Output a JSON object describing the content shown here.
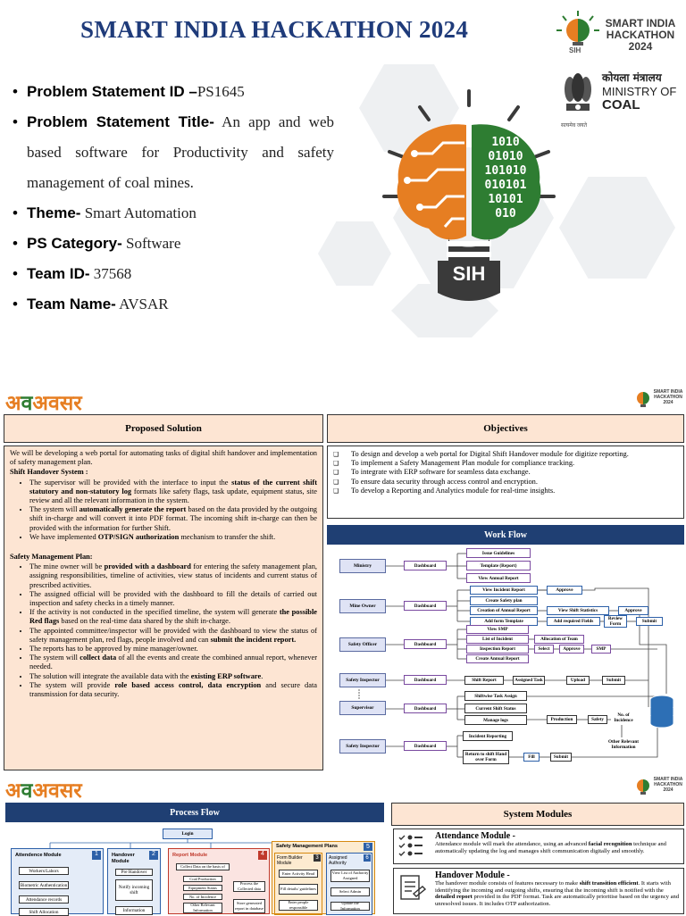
{
  "header": {
    "title": "SMART INDIA HACKATHON 2024"
  },
  "sih_logo": {
    "line1": "SMART INDIA",
    "line2": "HACKATHON",
    "line3": "2024",
    "badge": "SIH"
  },
  "ministry_logo": {
    "hindi": "कोयला मंत्रालय",
    "line1": "MINISTRY OF",
    "line2": "COAL",
    "motto": "सत्यमेव जयते"
  },
  "bulb": {
    "binary": [
      "1010",
      "01010",
      "101010",
      "010101",
      "10101",
      "010"
    ],
    "badge": "SIH"
  },
  "details": [
    {
      "key": "Problem Statement ID –",
      "value": "PS1645"
    },
    {
      "key": "Problem Statement Title-",
      "value": " An app and web based software for Productivity and safety management of coal mines."
    },
    {
      "key": "Theme-",
      "value": " Smart Automation"
    },
    {
      "key": "PS Category-",
      "value": " Software"
    },
    {
      "key": "Team ID-",
      "value": " 37568"
    },
    {
      "key": "Team Name-",
      "value": " AVSAR"
    }
  ],
  "brand": {
    "hindi": "अवसर"
  },
  "small_logo": {
    "line1": "SMART INDIA",
    "line2": "HACKATHON",
    "line3": "2024"
  },
  "proposed": {
    "heading": "Proposed Solution",
    "intro": "We will be developing a web portal for automating tasks of digital shift handover and implementation of safety management plan.",
    "shift_title": "Shift Handover System :",
    "shift_items": [
      [
        "The supervisor will be provided with the interface to input the ",
        "status of the current shift statutory and non-statutory log",
        " formats like safety flags, task update, equipment status, site review and all the relevant information in the system."
      ],
      [
        "The system will ",
        "automatically generate the report",
        " based on the data provided by the outgoing shift in-charge and will convert it into PDF format. The incoming shift in-charge can then be provided with the information for further Shift."
      ],
      [
        "We have implemented ",
        "OTP/SIGN authorization",
        " mechanism to transfer the shift."
      ]
    ],
    "safety_title": "Safety Management Plan:",
    "safety_items": [
      [
        "The mine owner will be ",
        "provided with a dashboard",
        " for entering the safety management plan, assigning responsibilities, timeline of activities, view status of incidents and current status of prescribed activities."
      ],
      [
        "The assigned official will be provided with the dashboard to fill the details of carried out inspection and safety checks in a timely manner.",
        "",
        ""
      ],
      [
        "If the activity is not conducted in the specified timeline, the system will generate ",
        "the possible Red flags",
        " based on the real-time data shared by the shift in-charge."
      ],
      [
        "The appointed committee/inspector will be provided with the dashboard to view the status of safety management plan, red flags, people involved and can ",
        "submit the incident report.",
        ""
      ],
      [
        "The reports has to be approved by mine manager/owner.",
        "",
        ""
      ],
      [
        "The system will ",
        "collect data",
        " of all the events and create the combined annual report, whenever needed."
      ],
      [
        "The solution will integrate the available data with the ",
        "existing ERP software",
        "."
      ],
      [
        "The system will provide ",
        "role based access control, data encryption",
        " and secure data transmission for data security."
      ]
    ]
  },
  "objectives": {
    "heading": "Objectives",
    "items": [
      "To design and develop a web portal for  Digital Shift Handover module for digitize reporting.",
      "To implement a Safety Management Plan module for compliance tracking.",
      "To integrate with ERP software for seamless data exchange.",
      "To ensure data security through access control and encryption.",
      "To develop a Reporting and Analytics module for real-time insights."
    ]
  },
  "workflow": {
    "heading": "Work  Flow",
    "roles": [
      "Ministry",
      "Mine Owner",
      "Safety Officer",
      "Safety Inspector",
      "Supervisor",
      "Safety Inspector"
    ],
    "dashboard": "Dashboard",
    "boxes": {
      "issue": "Issue Guidelines",
      "template": "Template (Report)",
      "annual": "View Annual Report",
      "view_incident": "View Incident Report",
      "approve1": "Approve",
      "create_safety": "Create Safety plan",
      "creation_annual": "Creation of Annual Report",
      "view_shift": "View Shift Statistics",
      "approve2": "Approve",
      "add_form": "Add form Template",
      "add_fields": "Add required Fields",
      "review": "Review Form",
      "submit1": "Submit",
      "view_smp": "View SMP",
      "list_incident": "List of Incident",
      "allocation": "Allocation of Team",
      "inspection": "Inspection Report",
      "select": "Select",
      "approve3": "Approve",
      "smp": "SMP",
      "create_annual": "Create Annual Report",
      "shift_report": "Shift Report",
      "assigned_task": "Assigned Task",
      "upload": "Upload",
      "submit2": "Submit",
      "shiftwise": "Shiftwise Task Assign",
      "current_shift": "Current Shift Status",
      "manage_logs": "Manage logs",
      "production": "Production",
      "safety": "Safety",
      "incidence": "No. of Incidence",
      "other_info": "Other Relevant Information",
      "incident_reporting": "Incident Reporting",
      "return_shift": "Return to shift Hand over Form",
      "fill": "Fill",
      "submit3": "Submit"
    }
  },
  "process": {
    "heading": "Process Flow",
    "login": "Login",
    "attendance": {
      "title": "Attendence Module",
      "num": "1",
      "items": [
        "Workers/Labors",
        "Biometric Authentication",
        "Attendance records",
        "Shift Allocation"
      ]
    },
    "handover": {
      "title": "Handover Module",
      "num": "2",
      "items": [
        "Pre Handover",
        "Notify incoming shift",
        "Information"
      ]
    },
    "report": {
      "title": "Report Module",
      "num": "4",
      "items": [
        "Collect Data on the basis of",
        "Coal Production",
        "Equipment Status",
        "No. of Incidence",
        "Other Relevant Information",
        "Process the Collected data",
        "Store generated report in database"
      ]
    },
    "safety_plans": {
      "title": "Safety Management Plans",
      "num": "5",
      "builder": "Form Builder Module",
      "builder_num": "3",
      "builder_items": [
        "Enter Activity Head",
        "Fill details/ guidelines",
        "Enter people responsible"
      ],
      "assigned": "Assigned Authority",
      "assigned_num": "6",
      "assigned_items": [
        "View List of Authority Assigned",
        "Select Admin",
        "Update the Information"
      ]
    }
  },
  "modules": {
    "heading": "System Modules",
    "attendance_title": "Attendance Module -",
    "attendance_text": [
      "Attendance module will mark the attendance, using an advanced ",
      "facial recognition",
      " technique and automatically updating the log and manages shift communication digitally and smoothly."
    ],
    "handover_title": "Handover Module -",
    "handover_text": [
      "The handover module consists of features necessary to make ",
      "shift transition efficient",
      ". It starts with identifying the incoming and outgoing shifts, ensuring that the incoming shift is notified with the ",
      "detailed report",
      " provided in the PDF format. Task are automatically prioritise based on the urgency and unresolved issues. It includes OTP authorization."
    ]
  }
}
